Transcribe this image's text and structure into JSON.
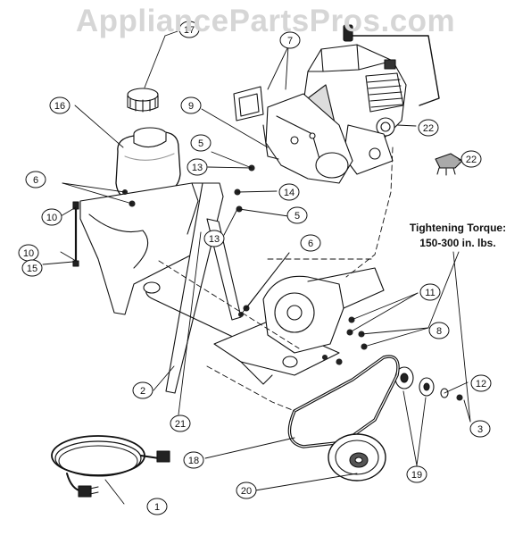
{
  "watermark": "AppliancePartsPros.com",
  "torque_note": {
    "line1": "Tightening Torque:",
    "line2": "150-300 in. lbs."
  },
  "callouts": [
    {
      "id": "c1",
      "label": "1"
    },
    {
      "id": "c2",
      "label": "2"
    },
    {
      "id": "c3",
      "label": "3"
    },
    {
      "id": "c5a",
      "label": "5"
    },
    {
      "id": "c5b",
      "label": "5"
    },
    {
      "id": "c6a",
      "label": "6"
    },
    {
      "id": "c6b",
      "label": "6"
    },
    {
      "id": "c7",
      "label": "7"
    },
    {
      "id": "c8",
      "label": "8"
    },
    {
      "id": "c9",
      "label": "9"
    },
    {
      "id": "c10a",
      "label": "10"
    },
    {
      "id": "c10b",
      "label": "10"
    },
    {
      "id": "c11",
      "label": "11"
    },
    {
      "id": "c12",
      "label": "12"
    },
    {
      "id": "c13a",
      "label": "13"
    },
    {
      "id": "c13b",
      "label": "13"
    },
    {
      "id": "c14",
      "label": "14"
    },
    {
      "id": "c15",
      "label": "15"
    },
    {
      "id": "c16",
      "label": "16"
    },
    {
      "id": "c17",
      "label": "17"
    },
    {
      "id": "c18",
      "label": "18"
    },
    {
      "id": "c19",
      "label": "19"
    },
    {
      "id": "c20",
      "label": "20"
    },
    {
      "id": "c21",
      "label": "21"
    },
    {
      "id": "c22a",
      "label": "22"
    },
    {
      "id": "c22b",
      "label": "22"
    }
  ]
}
